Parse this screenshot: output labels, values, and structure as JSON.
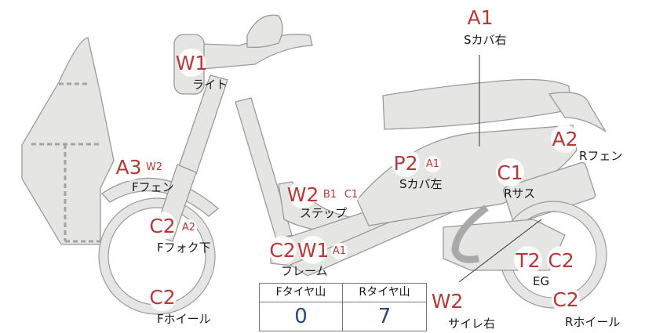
{
  "labels": {
    "s_cover_right": "Sカバ右",
    "light": "ライト",
    "r_fender": "Rフェン",
    "f_fender": "Fフェン",
    "s_cover_left": "Sカバ左",
    "r_suspension": "Rサス",
    "step": "ステップ",
    "f_fork_lower": "Fフォク下",
    "frame": "フレーム",
    "engine": "EG",
    "f_wheel": "Fホイール",
    "muffler_right": "サイレ右",
    "r_wheel": "Rホイール"
  },
  "codes": {
    "s_cover_right": [
      "A1"
    ],
    "light": [
      "W1"
    ],
    "r_fender": [
      "A2"
    ],
    "f_fender": [
      "A3",
      "W2"
    ],
    "s_cover_left": [
      "P2",
      "A1"
    ],
    "r_suspension": [
      "C1"
    ],
    "step": [
      "W2",
      "B1",
      "C1"
    ],
    "f_fork_lower": [
      "C2",
      "A2"
    ],
    "frame": [
      "C2",
      "W1",
      "A1"
    ],
    "engine": [
      "T2",
      "C2"
    ],
    "r_wheel": [
      "C2"
    ],
    "f_wheel": [
      "C2"
    ],
    "muffler_right": [
      "W2"
    ]
  },
  "tread": {
    "front_header": "Fタイヤ山",
    "rear_header": "Rタイヤ山",
    "front_value": "0",
    "rear_value": "7"
  },
  "colors": {
    "part_fill": "#e5e5e4",
    "part_stroke": "#9a9a9a",
    "code_red": "#b23a3a",
    "value_blue": "#2d4a7a"
  }
}
